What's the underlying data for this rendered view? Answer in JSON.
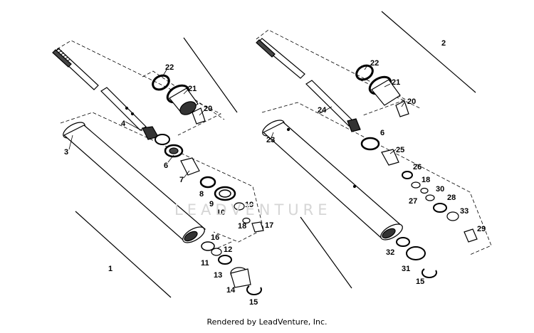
{
  "credit": "Rendered by LeadVenture, Inc.",
  "watermark": "LEADVENTURE",
  "callouts": {
    "c1": "1",
    "c2": "2",
    "c3": "3",
    "c4": "4",
    "c6a": "6",
    "c6b": "6",
    "c7": "7",
    "c8": "8",
    "c9": "9",
    "c10": "10",
    "c11": "11",
    "c12": "12",
    "c13": "13",
    "c14": "14",
    "c15a": "15",
    "c15b": "15",
    "c16": "16",
    "c17": "17",
    "c18a": "18",
    "c18b": "18",
    "c19": "19",
    "c20a": "20",
    "c20b": "20",
    "c21a": "21",
    "c21b": "21",
    "c22a": "22",
    "c22b": "22",
    "c23": "23",
    "c24": "24",
    "c25": "25",
    "c26": "26",
    "c27": "27",
    "c28": "28",
    "c29": "29",
    "c30": "30",
    "c31": "31",
    "c32": "32",
    "c33": "33"
  }
}
